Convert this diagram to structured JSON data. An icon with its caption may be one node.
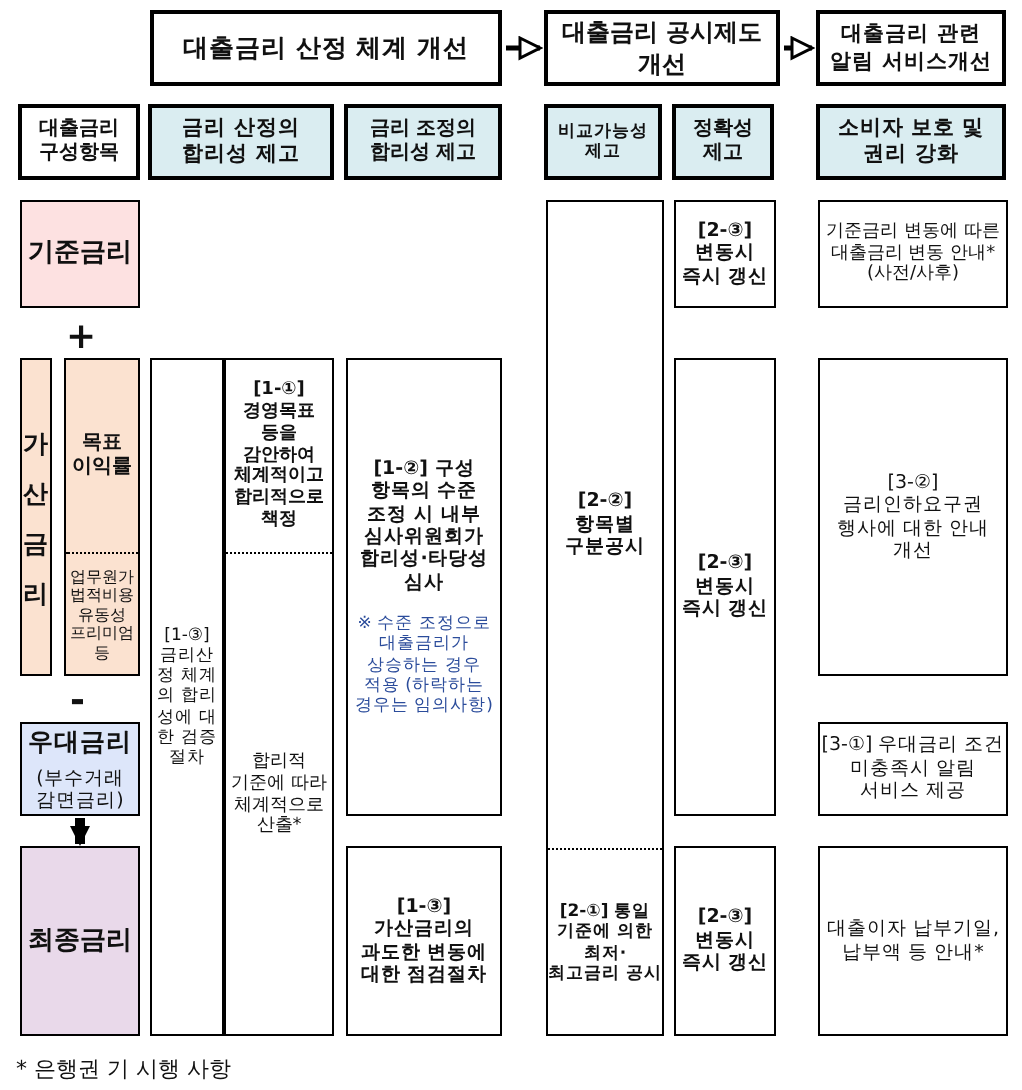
{
  "diagram": {
    "nodes": [
      {
        "text": [
          "대출금리 산정 체계 개선"
        ]
      },
      {
        "text": [
          "대출금리 공시제도 개선"
        ]
      },
      {
        "text": [
          "대출금리 관련 알림 서비스개선"
        ]
      },
      {
        "text": [
          "대출금리 구성항목"
        ]
      },
      {
        "text": [
          "금리 산정의 합리성 제고"
        ]
      },
      {
        "text": [
          "금리 조정의 합리성 제고"
        ]
      },
      {
        "text": [
          "비교가능성 제고"
        ]
      },
      {
        "text": [
          "정확성 제고"
        ]
      },
      {
        "text": [
          "소비자 보호 및 권리 강화"
        ]
      },
      {
        "text": [
          "기준금리"
        ]
      },
      {
        "text": [
          "가산금리"
        ]
      },
      {
        "text": [
          "목표 이익률",
          "업무원가 법적비용 유동성 프리미엄 등"
        ]
      },
      {
        "text": [
          "우대금리",
          "(부수거래 감면금리)"
        ]
      },
      {
        "text": [
          "최종금리"
        ]
      },
      {
        "text": [
          "[1-③] 금리산정 체계의 합리성에 대한 검증절차"
        ]
      },
      {
        "text": [
          "[1-①] 경영목표 등을 감안하여 체계적이고 합리적으로 책정",
          "합리적 기준에 따라 체계적으로 산출*"
        ]
      },
      {
        "text": [
          "[1-②] 구성 항목의 수준 조정 시 내부 심사위원회가 합리성·타당성 심사",
          "※ 수준 조정으로 대출금리가 상승하는 경우 적용 (하락하는 경우는 임의사항)"
        ]
      },
      {
        "text": [
          "[1-③] 가산금리의 과도한 변동에 대한 점검절차"
        ]
      },
      {
        "text": [
          "[2-②] 항목별 구분공시",
          "[2-①] 통일 기준에 의한 최저·최고금리 공시"
        ]
      },
      {
        "text": [
          "[2-③] 변동시 즉시 갱신"
        ]
      },
      {
        "text": [
          "[2-③] 변동시 즉시 갱신"
        ]
      },
      {
        "text": [
          "[2-③] 변동시 즉시 갱신"
        ]
      },
      {
        "text": [
          "기준금리 변동에 따른 대출금리 변동 안내* (사전/사후)"
        ]
      },
      {
        "text": [
          "[3-②] 금리인하요구권 행사에 대한 안내 개선"
        ]
      },
      {
        "text": [
          "[3-①] 우대금리 조건 미충족시 알림 서비스 제공"
        ]
      },
      {
        "text": [
          "대출이자 납부기일, 납부액 등 안내*"
        ]
      }
    ],
    "edges": [
      {
        "from": 0,
        "to": 1,
        "arrow": "to"
      },
      {
        "from": 1,
        "to": 2,
        "arrow": "to"
      },
      {
        "from": 12,
        "to": 13,
        "arrow": "to",
        "style": "thick"
      }
    ],
    "labels": [
      "+",
      "-",
      "* 은행권 기 시행 사항"
    ]
  }
}
